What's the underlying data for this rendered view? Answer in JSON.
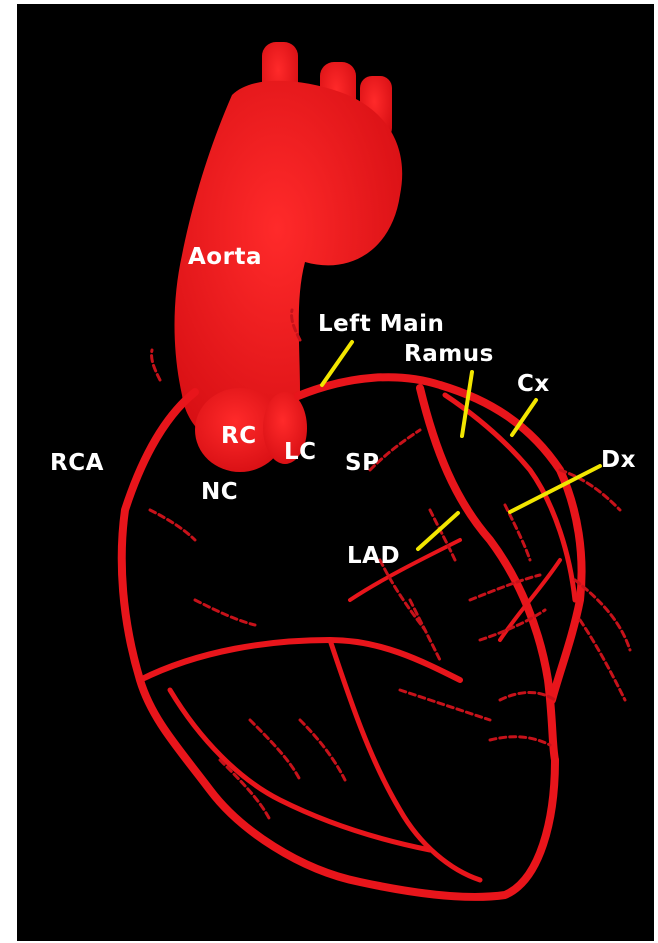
{
  "colors": {
    "background": "#000000",
    "vessel": "#e8151b",
    "leader": "#f2e600",
    "label": "#ffffff"
  },
  "labels": {
    "aorta": "Aorta",
    "left_main": "Left Main",
    "ramus": "Ramus",
    "cx": "Cx",
    "rc": "RC",
    "lc": "LC",
    "sp": "SP",
    "dx": "Dx",
    "rca": "RCA",
    "nc": "NC",
    "lad": "LAD"
  }
}
